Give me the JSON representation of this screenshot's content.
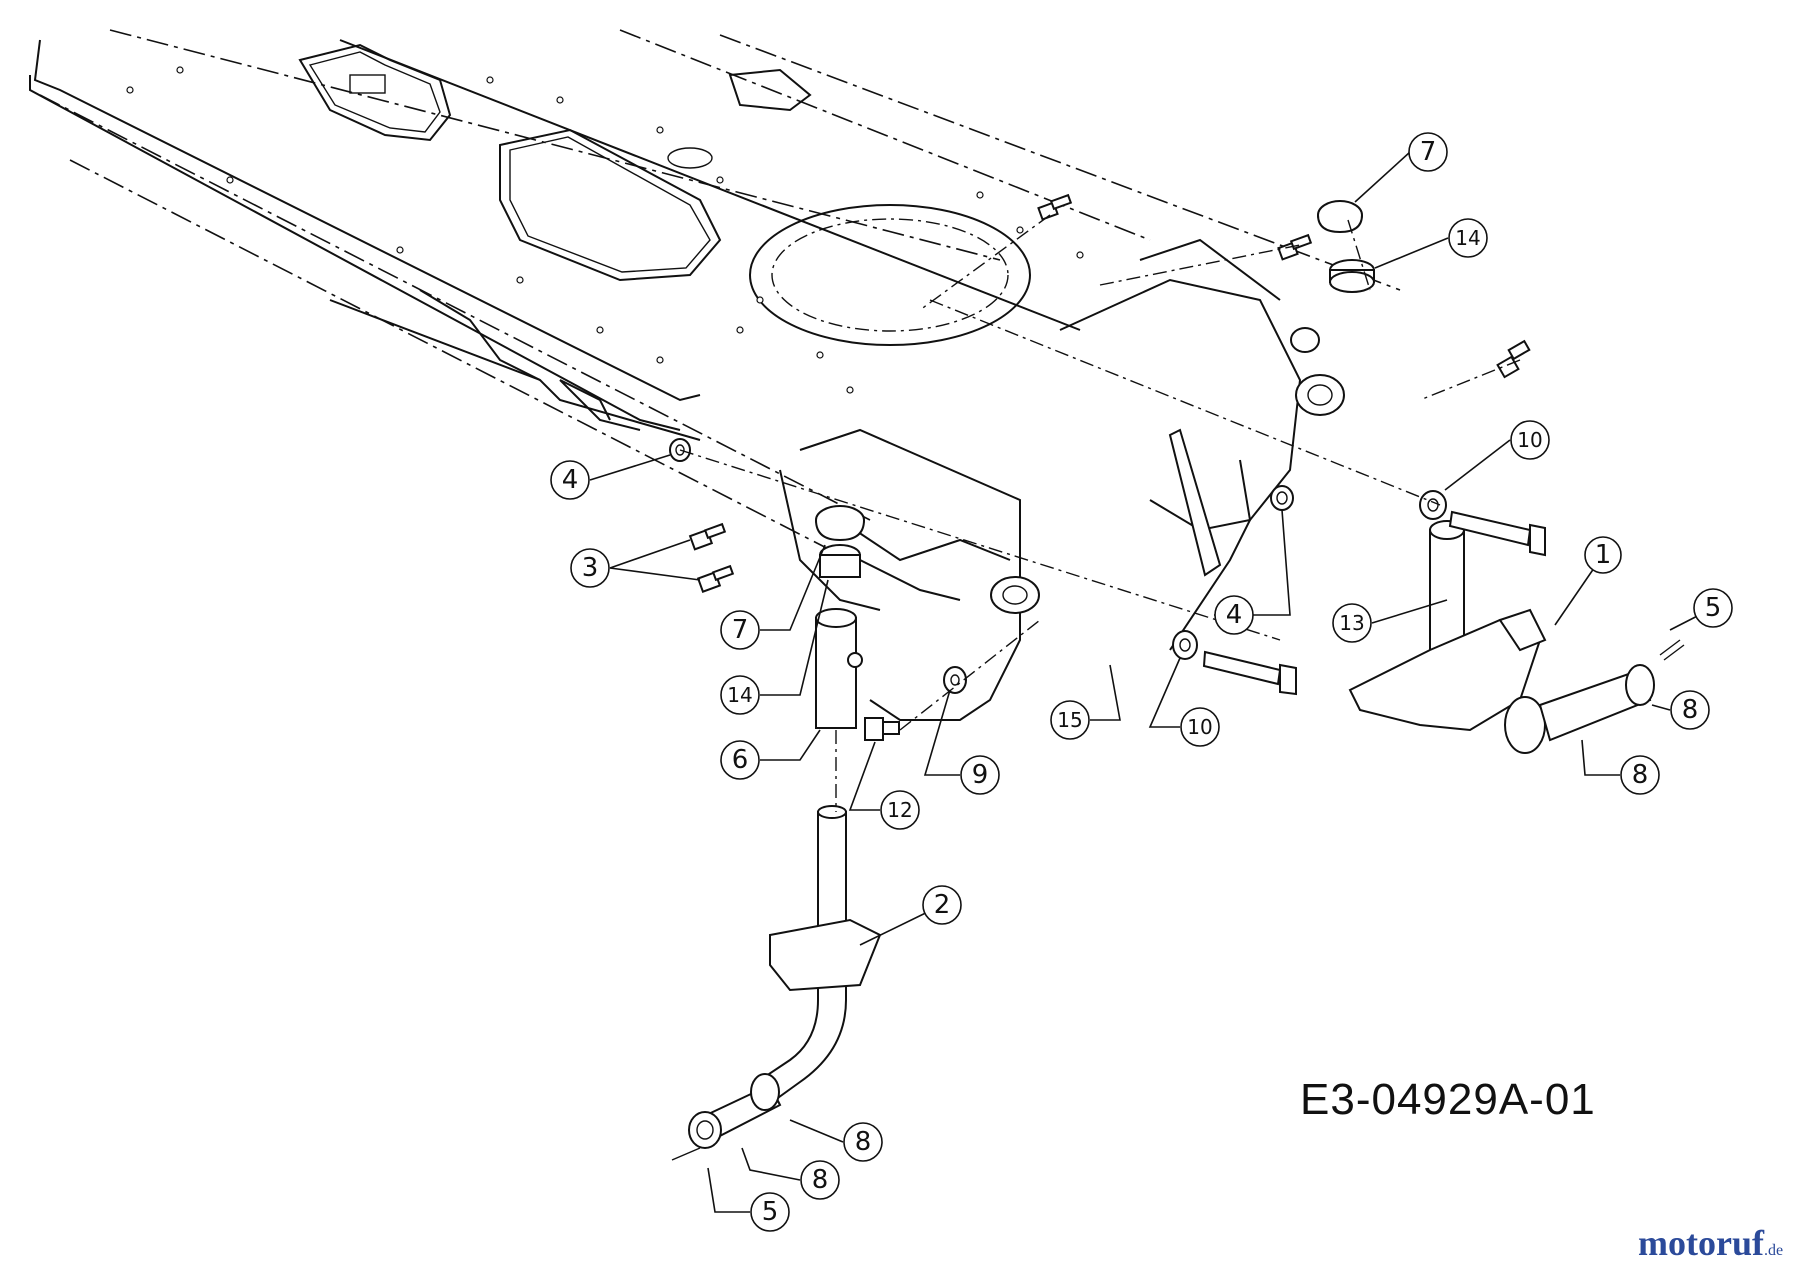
{
  "diagram": {
    "reference_code": "E3-04929A-01",
    "watermark": {
      "main": "motoruf",
      "suffix": ".de"
    },
    "callouts": [
      {
        "id": "c1",
        "label": "1"
      },
      {
        "id": "c2",
        "label": "2"
      },
      {
        "id": "c3",
        "label": "3"
      },
      {
        "id": "c4a",
        "label": "4"
      },
      {
        "id": "c4b",
        "label": "4"
      },
      {
        "id": "c5a",
        "label": "5"
      },
      {
        "id": "c5b",
        "label": "5"
      },
      {
        "id": "c6",
        "label": "6"
      },
      {
        "id": "c7a",
        "label": "7"
      },
      {
        "id": "c7b",
        "label": "7"
      },
      {
        "id": "c8a",
        "label": "8"
      },
      {
        "id": "c8b",
        "label": "8"
      },
      {
        "id": "c8c",
        "label": "8"
      },
      {
        "id": "c8d",
        "label": "8"
      },
      {
        "id": "c9",
        "label": "9"
      },
      {
        "id": "c10a",
        "label": "10"
      },
      {
        "id": "c10b",
        "label": "10"
      },
      {
        "id": "c12",
        "label": "12"
      },
      {
        "id": "c13",
        "label": "13"
      },
      {
        "id": "c14a",
        "label": "14"
      },
      {
        "id": "c14b",
        "label": "14"
      },
      {
        "id": "c15",
        "label": "15"
      }
    ]
  }
}
